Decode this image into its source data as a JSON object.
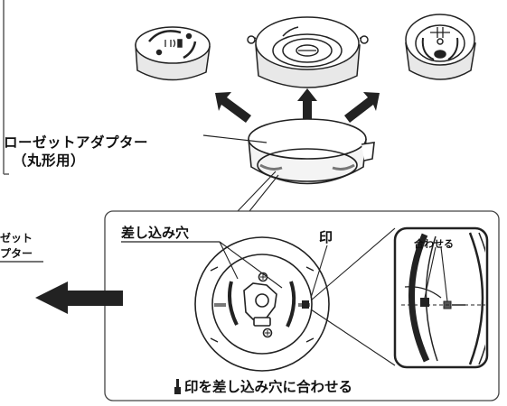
{
  "labels": {
    "rosette_adapter": "ローゼットアダプター",
    "rosette_adapter_round": "（丸形用）",
    "insertion_hole": "差し込み穴",
    "mark": "印",
    "align": "合わせる",
    "instruction": "印を差し込み穴に合わせる",
    "cut_left_line1": "ゼット",
    "cut_left_line2": "プター"
  },
  "icons": {
    "mark_icon": "mark-indicator-icon",
    "arrow_left": "arrow-left-icon",
    "arrow_up": "arrow-up-icon"
  },
  "colors": {
    "ink": "#111111",
    "panel_bg": "#ffffff",
    "line": "#222222",
    "gray": "#777777"
  }
}
